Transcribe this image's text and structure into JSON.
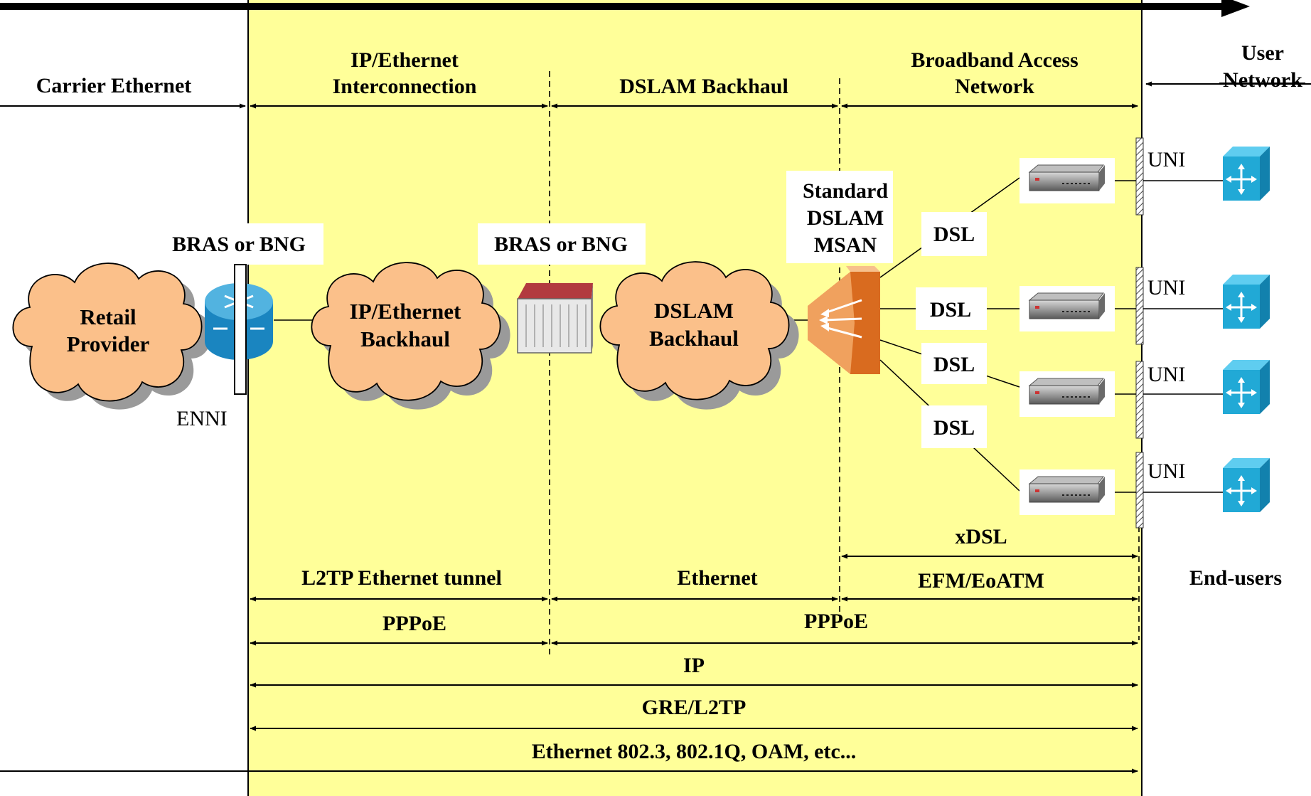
{
  "colors": {
    "zone_fill": "#ffff99",
    "cloud_fill": "#fbc08a",
    "cloud_shadow": "#9a9a9a",
    "router_blue": "#1a85c0",
    "dslam_orange": "#e07a2c",
    "user_cube": "#21a9d6",
    "bras_red": "#a8333a"
  },
  "sections": {
    "carrier_ethernet": "Carrier Ethernet",
    "ip_eth_line1": "IP/Ethernet",
    "ip_eth_line2": "Interconnection",
    "dslam_backhaul": "DSLAM Backhaul",
    "bb_line1": "Broadband Access",
    "bb_line2": "Network",
    "user_line1": "User",
    "user_line2": "Network"
  },
  "nodes": {
    "bras_left": "BRAS or BNG",
    "bras_mid": "BRAS or BNG",
    "standard_line1": "Standard",
    "standard_line2": "DSLAM",
    "standard_line3": "MSAN",
    "enni": "ENNI",
    "end_users": "End-users",
    "dsl_labels": [
      "DSL",
      "DSL",
      "DSL",
      "DSL"
    ],
    "uni_labels": [
      "UNI",
      "UNI",
      "UNI",
      "UNI"
    ]
  },
  "clouds": {
    "retail_line1": "Retail",
    "retail_line2": "Provider",
    "ipbh_line1": "IP/Ethernet",
    "ipbh_line2": "Backhaul",
    "dslambh_line1": "DSLAM",
    "dslambh_line2": "Backhaul"
  },
  "protocols": {
    "xdsl": "xDSL",
    "l2tp_tunnel": "L2TP Ethernet tunnel",
    "ethernet": "Ethernet",
    "efm": "EFM/EoATM",
    "pppoe_left": "PPPoE",
    "pppoe_right": "PPPoE",
    "ip": "IP",
    "gre": "GRE/L2TP",
    "eth_std": "Ethernet 802.3, 802.1Q, OAM, etc..."
  }
}
